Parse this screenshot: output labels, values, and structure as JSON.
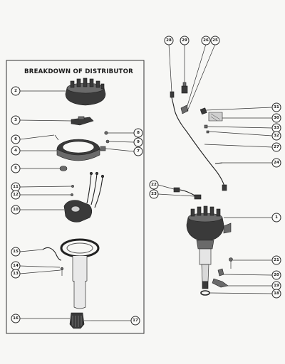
{
  "box_title": "BREAKDOWN OF DISTRIBUTOR",
  "callouts": {
    "c1": "1",
    "c2": "2",
    "c3": "3",
    "c4": "4",
    "c5": "5",
    "c6": "6",
    "c7": "7",
    "c8": "8",
    "c9": "9",
    "c10": "10",
    "c11": "11",
    "c12": "12",
    "c13": "13",
    "c14": "14",
    "c15": "15",
    "c16": "16",
    "c17": "17",
    "c18": "18",
    "c19": "19",
    "c20": "20",
    "c21": "21",
    "c22": "22",
    "c23": "23",
    "c24": "24",
    "c25": "25",
    "c26": "26",
    "c27": "27",
    "c28": "28",
    "c29": "29",
    "c30": "30",
    "c31": "31",
    "c32": "32",
    "c33": "33"
  }
}
